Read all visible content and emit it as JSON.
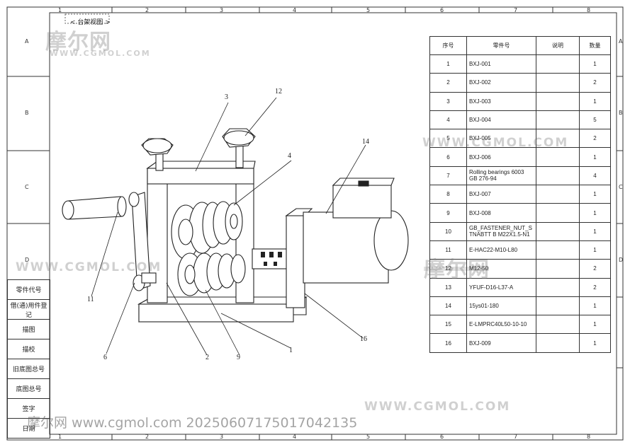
{
  "view_tag": "< 台架视图 >",
  "columns": [
    "1",
    "2",
    "3",
    "4",
    "5",
    "6",
    "7",
    "8"
  ],
  "rows": [
    "A",
    "B",
    "C",
    "D"
  ],
  "bom": {
    "headers": [
      "序号",
      "零件号",
      "说明",
      "数量"
    ],
    "items": [
      {
        "no": "1",
        "part": "BXJ-001",
        "desc": "",
        "qty": "1"
      },
      {
        "no": "2",
        "part": "BXJ-002",
        "desc": "",
        "qty": "2"
      },
      {
        "no": "3",
        "part": "BXJ-003",
        "desc": "",
        "qty": "1"
      },
      {
        "no": "4",
        "part": "BXJ-004",
        "desc": "",
        "qty": "5"
      },
      {
        "no": "5",
        "part": "BXJ-005",
        "desc": "",
        "qty": "2"
      },
      {
        "no": "6",
        "part": "BXJ-006",
        "desc": "",
        "qty": "1"
      },
      {
        "no": "7",
        "part": "Rolling bearings 6003 GB 276-94",
        "desc": "",
        "qty": "4"
      },
      {
        "no": "8",
        "part": "BXJ-007",
        "desc": "",
        "qty": "1"
      },
      {
        "no": "9",
        "part": "BXJ-008",
        "desc": "",
        "qty": "1"
      },
      {
        "no": "10",
        "part": "GB_FASTENER_NUT_STNABTT B M22X1.5-N1",
        "desc": "",
        "qty": "1"
      },
      {
        "no": "11",
        "part": "E-HAC22-M10-L80",
        "desc": "",
        "qty": "1"
      },
      {
        "no": "12",
        "part": "M12-50",
        "desc": "",
        "qty": "2"
      },
      {
        "no": "13",
        "part": "YFUF-D16-L37-A",
        "desc": "",
        "qty": "2"
      },
      {
        "no": "14",
        "part": "15ys01-180",
        "desc": "",
        "qty": "1"
      },
      {
        "no": "15",
        "part": "E-LMPRC40L50-10-10",
        "desc": "",
        "qty": "1"
      },
      {
        "no": "16",
        "part": "BXJ-009",
        "desc": "",
        "qty": "1"
      }
    ]
  },
  "left_block": [
    "零件代号",
    "借(通)用件登记",
    "描图",
    "描校",
    "旧底图总号",
    "底图总号",
    "签字",
    "日期"
  ],
  "callouts": [
    "3",
    "12",
    "4",
    "14",
    "11",
    "6",
    "2",
    "9",
    "1",
    "16"
  ],
  "watermarks": {
    "logo": "摩尔网",
    "url": "WWW.CGMOL.COM",
    "footer": "摩尔网 www.cgmol.com 20250607175017042135"
  },
  "colors": {
    "line": "#333333",
    "watermark": "#8a8a8a"
  }
}
